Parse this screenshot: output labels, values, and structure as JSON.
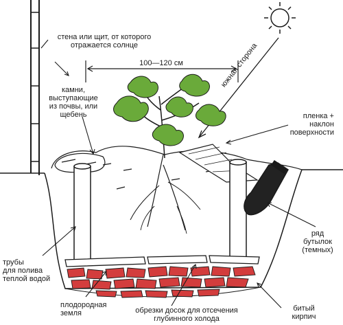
{
  "labels": {
    "wall": [
      "стена или щит, от которого",
      "отражается солнце"
    ],
    "width": "100—120 см",
    "stones": [
      "камни,",
      "выступающие",
      "из почвы, или",
      "щебень"
    ],
    "south": "южная сторона",
    "film": [
      "пленка +",
      "наклон",
      "поверхности"
    ],
    "pipes": [
      "трубы",
      "для полива",
      "теплой водой"
    ],
    "bottles": [
      "ряд",
      "бутылок",
      "(темных)"
    ],
    "fertile": [
      "плодородная",
      "земля"
    ],
    "boards": [
      "обрезки досок для отсечения",
      "глубинного холода"
    ],
    "brick": [
      "битый",
      "кирпич"
    ]
  },
  "colors": {
    "ink": "#1a1a1a",
    "leaf": "#6aaa3a",
    "brick": "#d33d3d",
    "soil": "#ffffff"
  },
  "icons": [
    "sun-icon",
    "bottle-icon",
    "pipe-icon",
    "plant-icon"
  ]
}
